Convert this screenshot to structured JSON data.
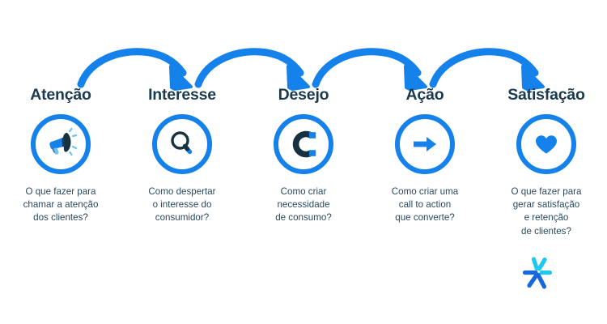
{
  "diagram": {
    "title_text": "AIDAS funnel",
    "background_color": "#ffffff",
    "accent_blue": "#1581ea",
    "dark_navy": "#1b3a4f",
    "caption_color": "#2a4a5e",
    "cyan": "#1ec8f0"
  },
  "steps": [
    {
      "title": "Atenção",
      "icon": "megaphone-icon",
      "caption": "O que fazer para\nchamar a atenção\ndos clientes?"
    },
    {
      "title": "Interesse",
      "icon": "magnifier-icon",
      "caption": "Como despertar\no interesse do\nconsumidor?"
    },
    {
      "title": "Desejo",
      "icon": "magnet-icon",
      "caption": "Como criar\nnecessidade\nde consumo?"
    },
    {
      "title": "Ação",
      "icon": "arrow-right-icon",
      "caption": "Como criar uma\ncall to action\nque converte?"
    },
    {
      "title": "Satisfação",
      "icon": "heart-icon",
      "caption": "O que fazer para\ngerar satisfação\ne retenção\nde clientes?"
    }
  ],
  "connectors": [
    {
      "name": "arrow-atencao-to-interesse"
    },
    {
      "name": "arrow-interesse-to-desejo"
    },
    {
      "name": "arrow-desejo-to-acao"
    },
    {
      "name": "arrow-acao-to-satisfacao"
    }
  ],
  "logo": {
    "name": "brand-logo-icon",
    "primary_color": "#1668df",
    "secondary_color": "#1ec8f0"
  }
}
